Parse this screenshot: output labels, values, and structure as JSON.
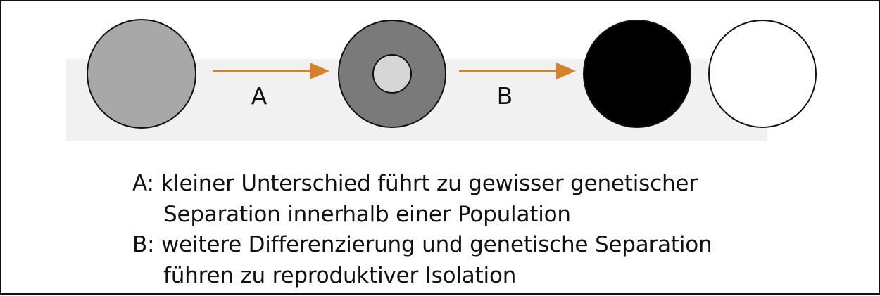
{
  "diagram": {
    "colors": {
      "band": "#f1f1f1",
      "arrow": "#d4822b",
      "outline": "#111111",
      "initial_population": "#a8a8a8",
      "outer_population": "#7a7a7a",
      "inner_subpopulation": "#d6d6d6",
      "species_dark": "#000000",
      "species_light": "#ffffff"
    },
    "arrows": [
      {
        "label": "A"
      },
      {
        "label": "B"
      }
    ]
  },
  "legend": [
    {
      "text": "A: kleiner Unterschied führt zu gewisser genetischer"
    },
    {
      "text": "Separation innerhalb einer Population"
    },
    {
      "text": "B: weitere Differenzierung und genetische Separation"
    },
    {
      "text": "führen zu reproduktiver Isolation"
    }
  ]
}
